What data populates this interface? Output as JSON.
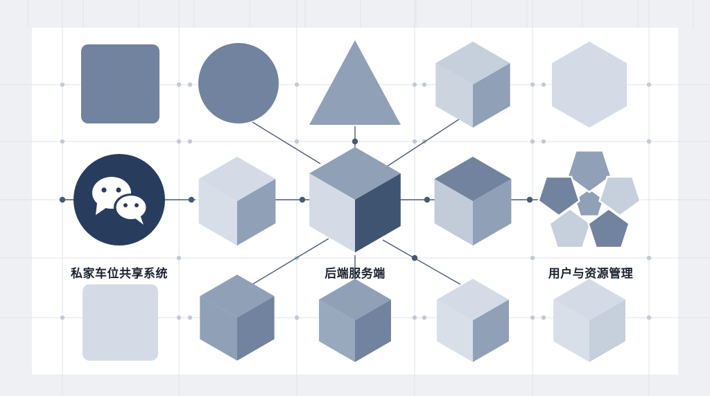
{
  "labels": {
    "left": "私家车位共享系统",
    "center": "后端服务端",
    "right": "用户与资源管理"
  },
  "icons": {
    "app": "wechat-icon"
  },
  "colors": {
    "background": "#eef0f4",
    "canvas": "#ffffff",
    "grid": "#dfe3ea",
    "dot": "#c3cad6",
    "node_dot": "#4a5a72",
    "connector": "#4a5a72",
    "navy": "#283d5e",
    "slate": "#71839e",
    "steel": "#8fa0b7",
    "light": "#c6cfdc",
    "pale": "#d4dbe6",
    "dark_face": "#3f5471"
  }
}
